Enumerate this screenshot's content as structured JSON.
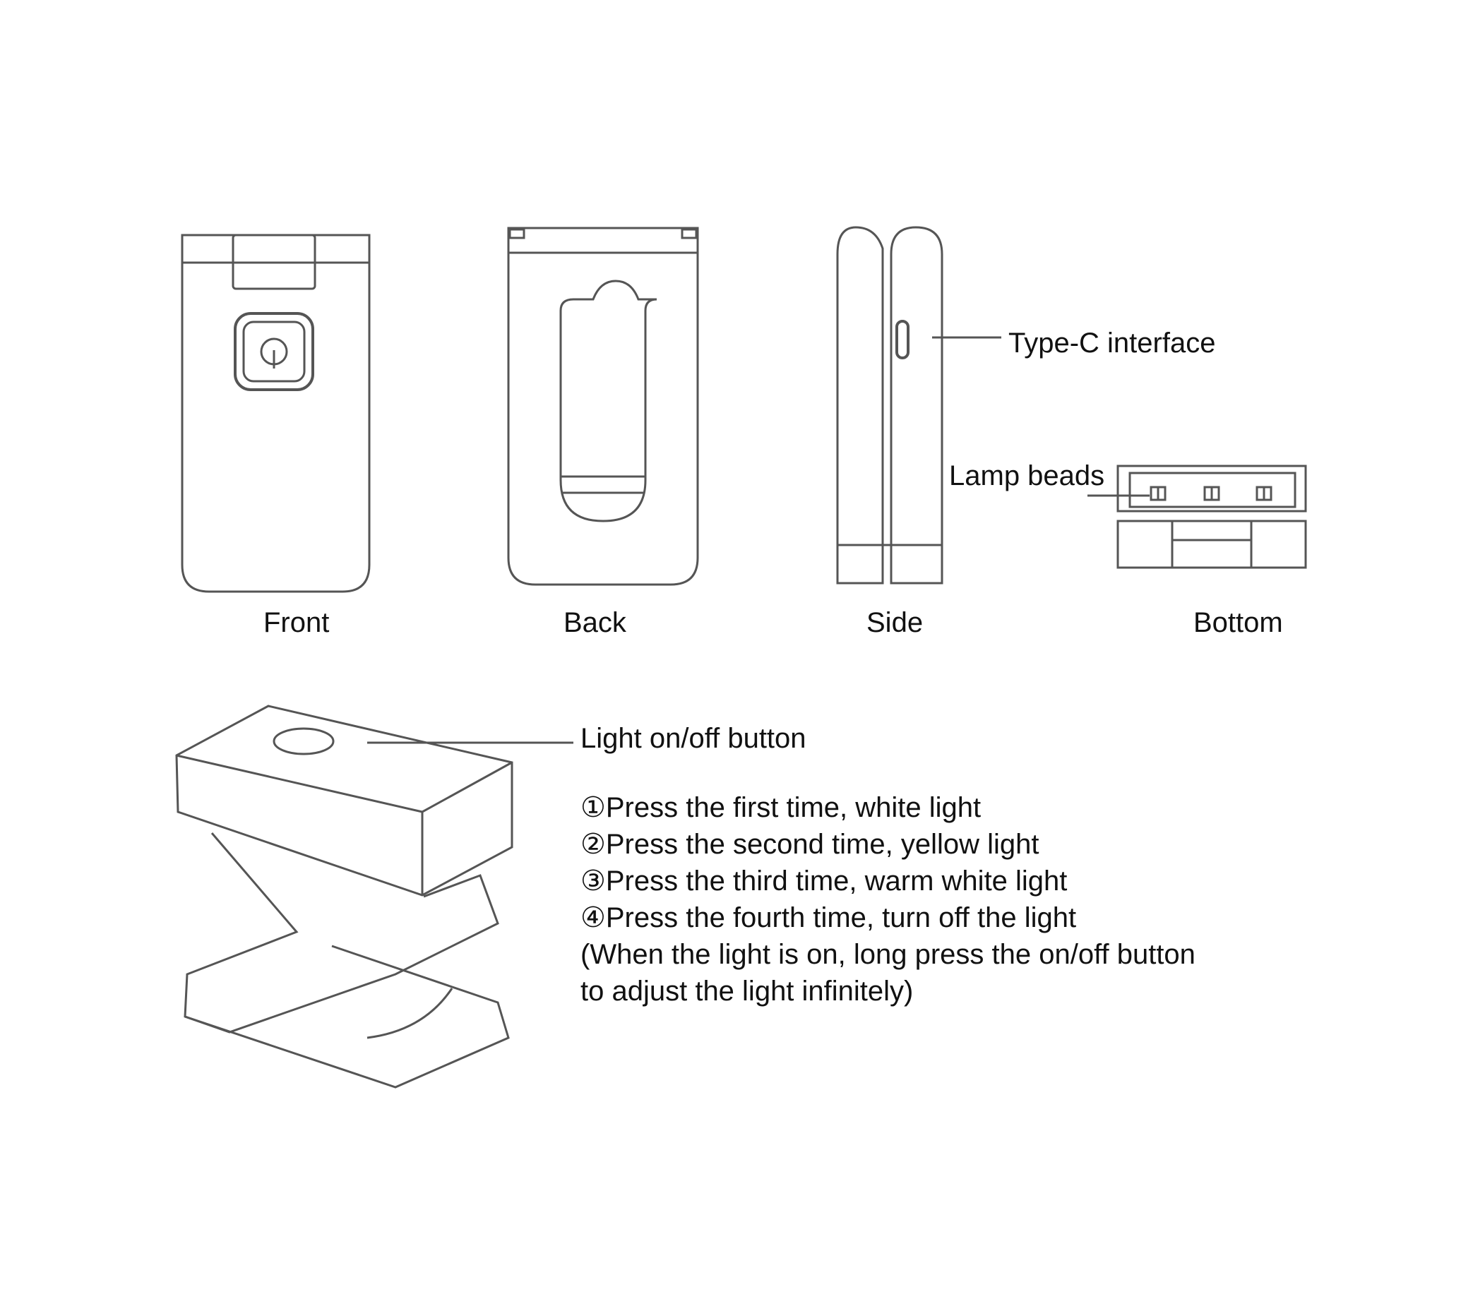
{
  "views": {
    "front": "Front",
    "back": "Back",
    "side": "Side",
    "bottom": "Bottom"
  },
  "callouts": {
    "type_c": "Type-C interface",
    "lamp_beads": "Lamp beads",
    "button": "Light on/off button"
  },
  "instructions": [
    "①Press the first time, white light",
    "②Press the second time, yellow light",
    "③Press the third time, warm white light",
    "④Press the fourth time, turn off the light",
    "(When the light is on, long press the on/off button",
    "to adjust the light infinitely)"
  ],
  "colors": {
    "line": "#555555",
    "text": "#111111",
    "background": "#ffffff"
  }
}
